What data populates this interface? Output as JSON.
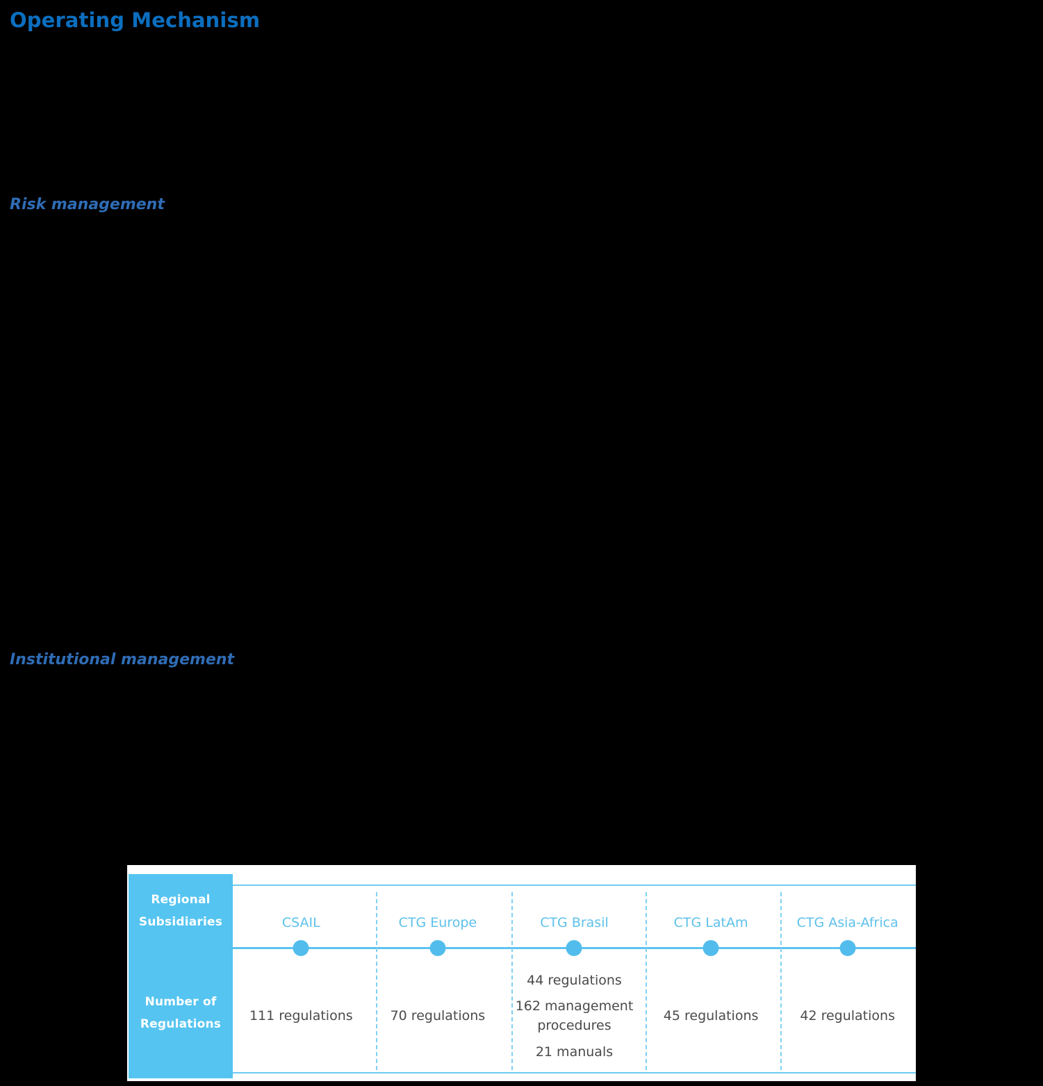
{
  "page": {
    "title": "Operating Mechanism",
    "background_color": "#000000",
    "title_color": "#0c6ebf",
    "heading_color": "#2f6cb5",
    "accent_color": "#55c4f0",
    "rule_color": "#6ecbf2",
    "value_text_color": "#4a4a4a"
  },
  "sections": [
    {
      "id": "risk",
      "heading": "Risk management"
    },
    {
      "id": "institutional",
      "heading": "Institutional management"
    }
  ],
  "table": {
    "row_labels": {
      "regional": [
        "Regional",
        "Subsidiaries"
      ],
      "number": [
        "Number of",
        "Regulations"
      ]
    },
    "columns": [
      {
        "name": "CSAIL",
        "values": [
          "111 regulations"
        ]
      },
      {
        "name": "CTG Europe",
        "values": [
          "70 regulations"
        ]
      },
      {
        "name": "CTG Brasil",
        "values": [
          "44 regulations",
          "162 management procedures",
          "21 manuals"
        ]
      },
      {
        "name": "CTG LatAm",
        "values": [
          "45 regulations"
        ]
      },
      {
        "name": "CTG Asia-Africa",
        "values": [
          "42 regulations"
        ]
      }
    ]
  }
}
